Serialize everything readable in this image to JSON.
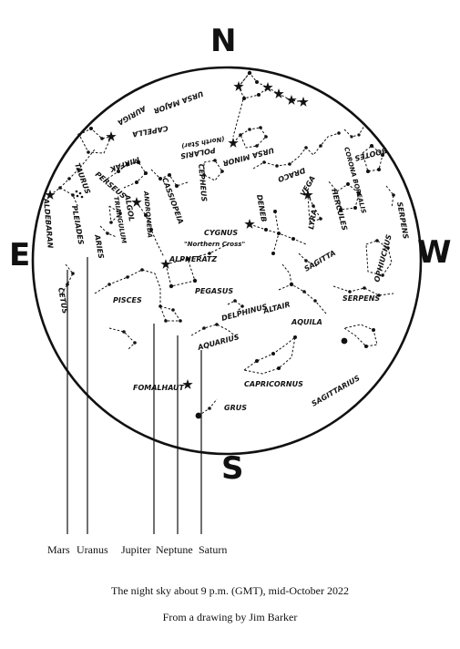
{
  "directions": {
    "north": "N",
    "south": "S",
    "east": "E",
    "west": "W"
  },
  "labels": {
    "ursa_major": "URSA MAJOR",
    "capella": "CAPELLA",
    "auriga": "AURIGA",
    "polaris": "POLARIS",
    "north_star": "(North Star)",
    "ursa_minor": "URSA MINOR",
    "draco": "DRACO",
    "bootes": "BOOTES",
    "corona_borealis": "CORONA BOREALIS",
    "hercules": "HERCULES",
    "serpens_upper": "SERPENS",
    "taurus": "TAURUS",
    "perseus": "PERSEUS",
    "mirfak": "MIRFAK",
    "cepheus": "CEPHEUS",
    "cassiopeia": "CASSIOPEIA",
    "aldebaran": "ALDEBARAN",
    "pleiades": "PLEIADES",
    "algol": "ALGOL",
    "triangulum": "TRIANGULUM",
    "andromeda": "ANDROMEDA",
    "aries": "ARIES",
    "deneb": "DENEB",
    "vega": "VEGA",
    "lyra": "LYRA",
    "cygnus": "CYGNUS",
    "northern_cross": "\"Northern Cross\"",
    "ophiuchus": "OPHIUCHUS",
    "alpheratz": "ALPHERATZ",
    "sagitta": "SAGITTA",
    "cetus": "CETUS",
    "pisces": "PISCES",
    "pegasus": "PEGASUS",
    "delphinus": "DELPHINUS",
    "altair": "ALTAIR",
    "serpens_lower": "SERPENS",
    "aquila": "AQUILA",
    "aquarius": "AQUARIUS",
    "capricornus": "CAPRICORNUS",
    "sagittarius": "SAGITTARIUS",
    "fomalhaut": "FOMALHAUT",
    "grus": "GRUS"
  },
  "planets": [
    "Mars",
    "Uranus",
    "Jupiter",
    "Neptune",
    "Saturn"
  ],
  "caption": "The night sky about 9 p.m. (GMT), mid-October 2022",
  "credit": "From a drawing by Jim Barker",
  "colors": {
    "ink": "#111111",
    "background": "#ffffff"
  },
  "icons": [
    "bright-star-icon",
    "star-dot-icon"
  ]
}
